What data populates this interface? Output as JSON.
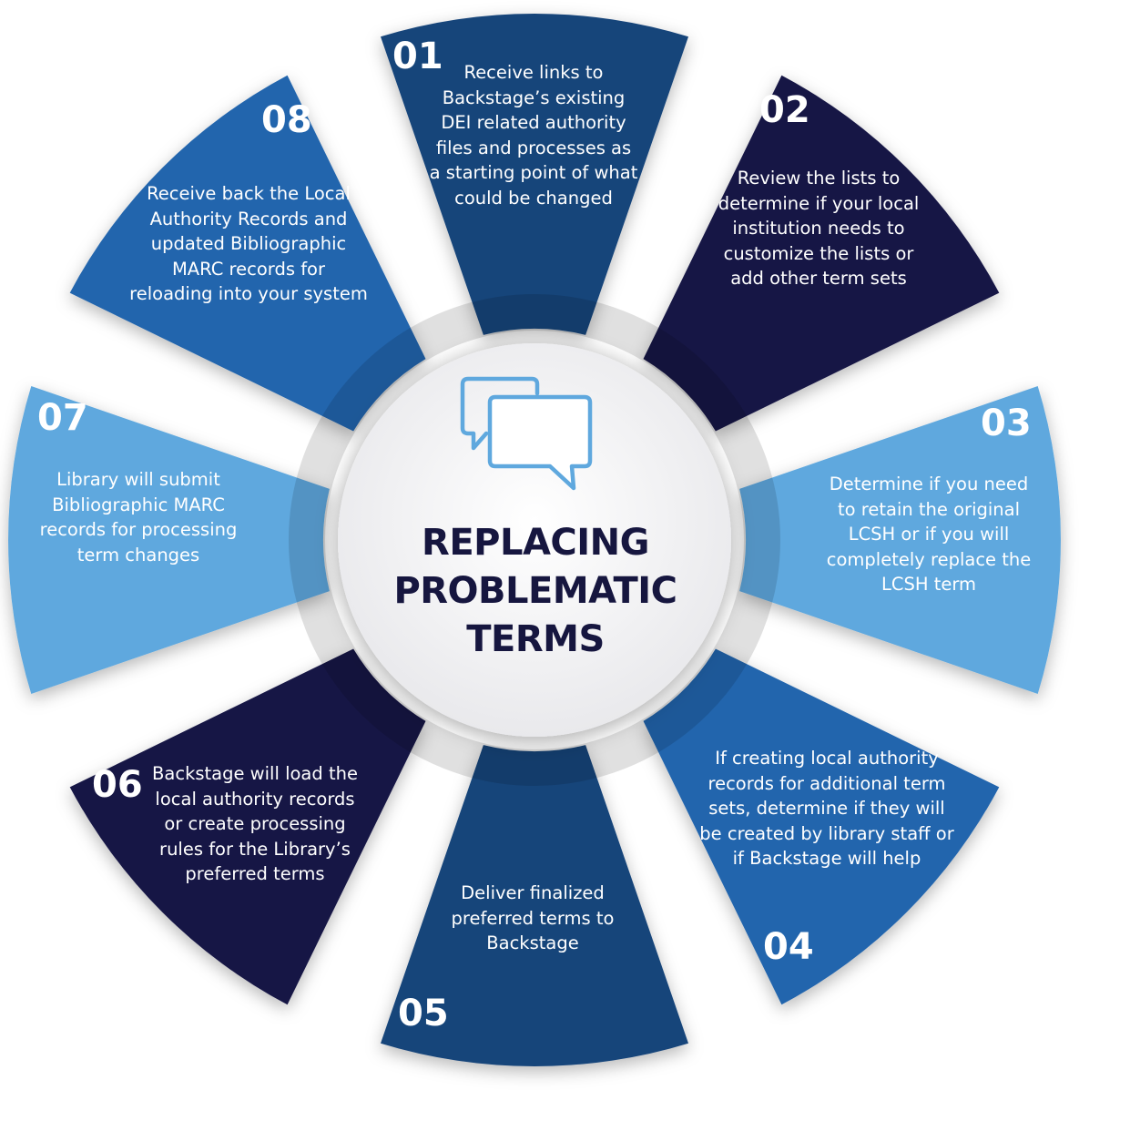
{
  "title": "REPLACING\nPROBLEMATIC\nTERMS",
  "center_icon": "chat-bubbles-icon",
  "colors": {
    "dark_navy": "#161544",
    "mid_navy": "#18447a",
    "medium_blue": "#2365ad",
    "light_blue": "#5fa8de",
    "hub": "#f1f1f3",
    "title_text": "#16163f",
    "icon_stroke": "#5fa8de"
  },
  "steps": [
    {
      "number": "01",
      "text": "Receive links to\nBackstage’s existing\nDEI related authority\nfiles and processes as\na starting point of what\ncould be changed",
      "color": "#18447a"
    },
    {
      "number": "02",
      "text": "Review the lists to\ndetermine if your local\ninstitution needs to\ncustomize the lists or\nadd other term sets",
      "color": "#161544"
    },
    {
      "number": "03",
      "text": "Determine if you need\nto retain the original\nLCSH or if you will\ncompletely replace the\nLCSH term",
      "color": "#5fa8de"
    },
    {
      "number": "04",
      "text": "If creating local authority\nrecords for additional term\nsets, determine if they will\nbe created by library staff or\nif  Backstage will help",
      "color": "#2365ad"
    },
    {
      "number": "05",
      "text": "Deliver finalized\npreferred terms to\nBackstage",
      "color": "#18447a"
    },
    {
      "number": "06",
      "text": "Backstage will load the\nlocal authority records\nor create processing\nrules for the  Library’s\npreferred terms",
      "color": "#161544"
    },
    {
      "number": "07",
      "text": "Library will submit\nBibliographic  MARC\nrecords for processing\nterm changes",
      "color": "#5fa8de"
    },
    {
      "number": "08",
      "text": "Receive back the  Local\nAuthority  Records and\nupdated  Bibliographic\nMARC records for\nreloading into your system",
      "color": "#2365ad"
    }
  ]
}
